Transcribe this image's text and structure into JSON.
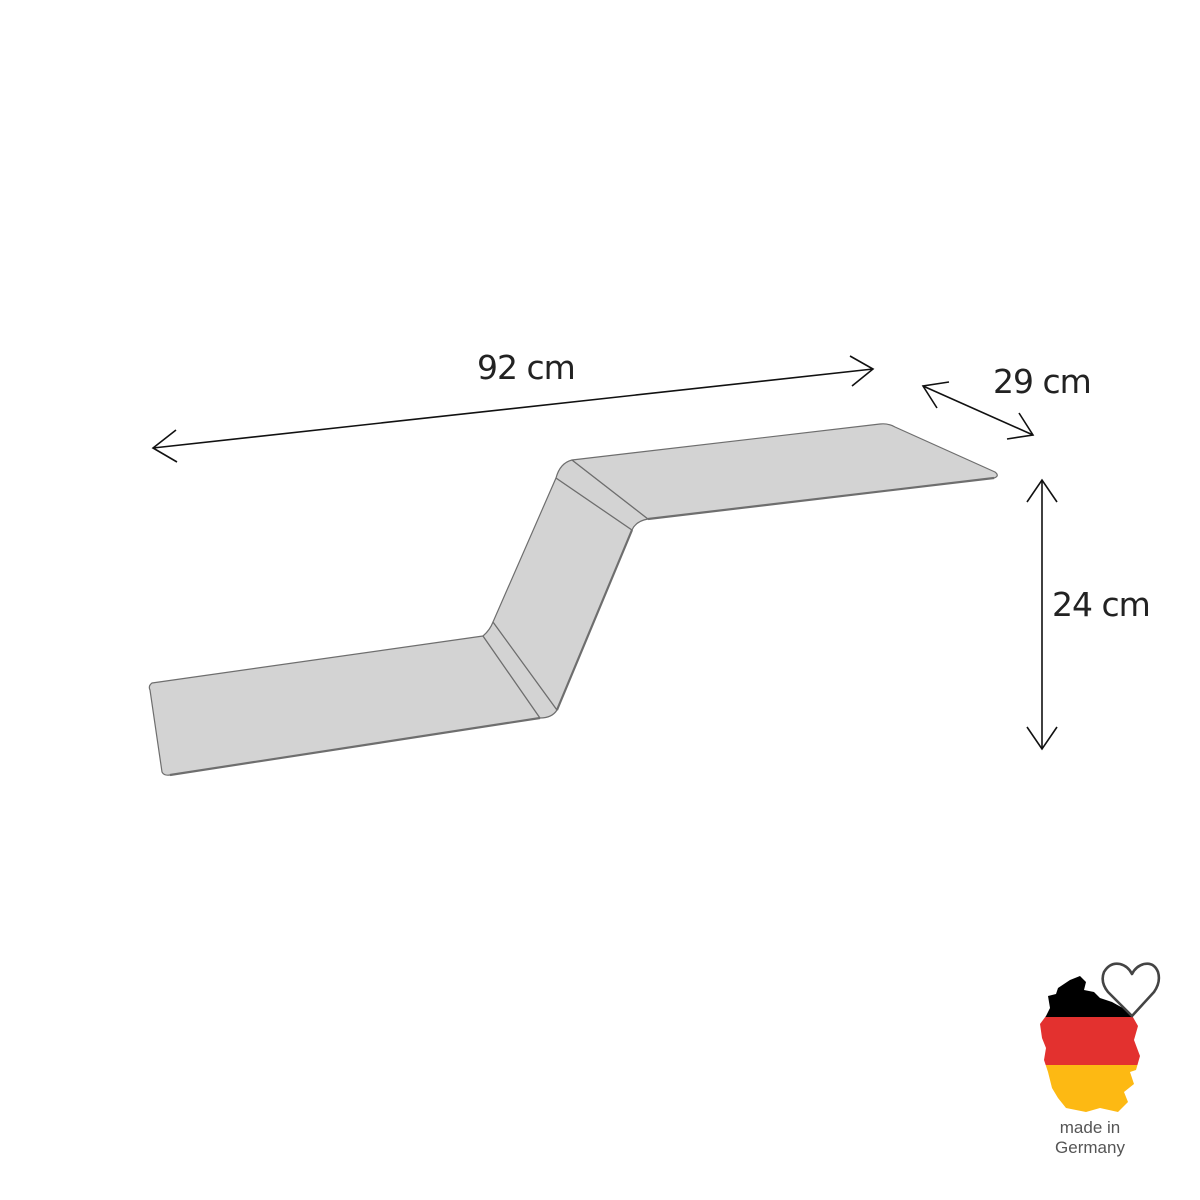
{
  "dimensions": {
    "length": {
      "label": "92 cm",
      "value": 92,
      "unit": "cm"
    },
    "depth": {
      "label": "29 cm",
      "value": 29,
      "unit": "cm"
    },
    "height": {
      "label": "24 cm",
      "value": 24,
      "unit": "cm"
    }
  },
  "product": {
    "shape": "z-shaped-wall-shelf",
    "fill_color": "#d3d3d3",
    "edge_color": "#6e6e6e"
  },
  "badge": {
    "line1": "made in",
    "line2": "Germany",
    "colors": {
      "black": "#000000",
      "red": "#e3312f",
      "gold": "#fdb913",
      "heart_outline": "#444444"
    }
  }
}
